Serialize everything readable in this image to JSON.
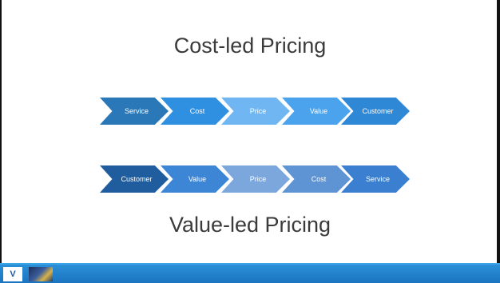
{
  "slide": {
    "title_top": "Cost-led Pricing",
    "title_bottom": "Value-led Pricing"
  },
  "rows": {
    "top": [
      {
        "label": "Service",
        "color": "#2a78b8"
      },
      {
        "label": "Cost",
        "color": "#2f8fe0"
      },
      {
        "label": "Price",
        "color": "#6fb6f2"
      },
      {
        "label": "Value",
        "color": "#4aa3ec"
      },
      {
        "label": "Customer",
        "color": "#2e88d6"
      }
    ],
    "bottom": [
      {
        "label": "Customer",
        "color": "#1f5d9e"
      },
      {
        "label": "Value",
        "color": "#3d86d6"
      },
      {
        "label": "Price",
        "color": "#7ba7dc"
      },
      {
        "label": "Cost",
        "color": "#5e94d4"
      },
      {
        "label": "Service",
        "color": "#3a7fd0"
      }
    ]
  },
  "footer": {
    "logo_letter": "V",
    "brand_color": "#1b74c0"
  }
}
